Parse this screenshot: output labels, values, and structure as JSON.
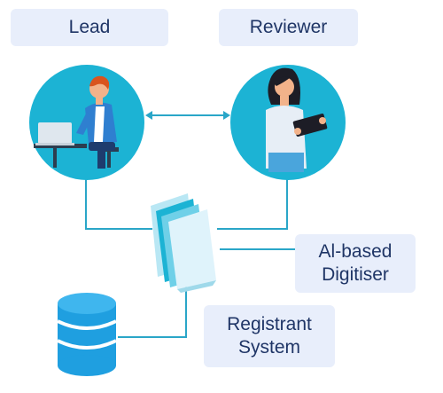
{
  "nodes": {
    "lead": {
      "label": "Lead"
    },
    "reviewer": {
      "label": "Reviewer"
    },
    "digitiser": {
      "label": "Al-based\nDigitiser"
    },
    "registrant": {
      "label": "Registrant\nSystem"
    }
  },
  "colors": {
    "circle": "#1cb3d4",
    "connector": "#2aa6c8",
    "label_bg": "#e8eefb",
    "label_text": "#1f3566",
    "database": "#1f9fe0",
    "doc_front": "#dff3fb",
    "doc_mid": "#1cb3d4",
    "doc_back": "#b9e7f4"
  },
  "icons": [
    "person-at-laptop-icon",
    "person-with-tablet-icon",
    "document-stack-icon",
    "database-icon",
    "bidirectional-arrow-icon"
  ]
}
